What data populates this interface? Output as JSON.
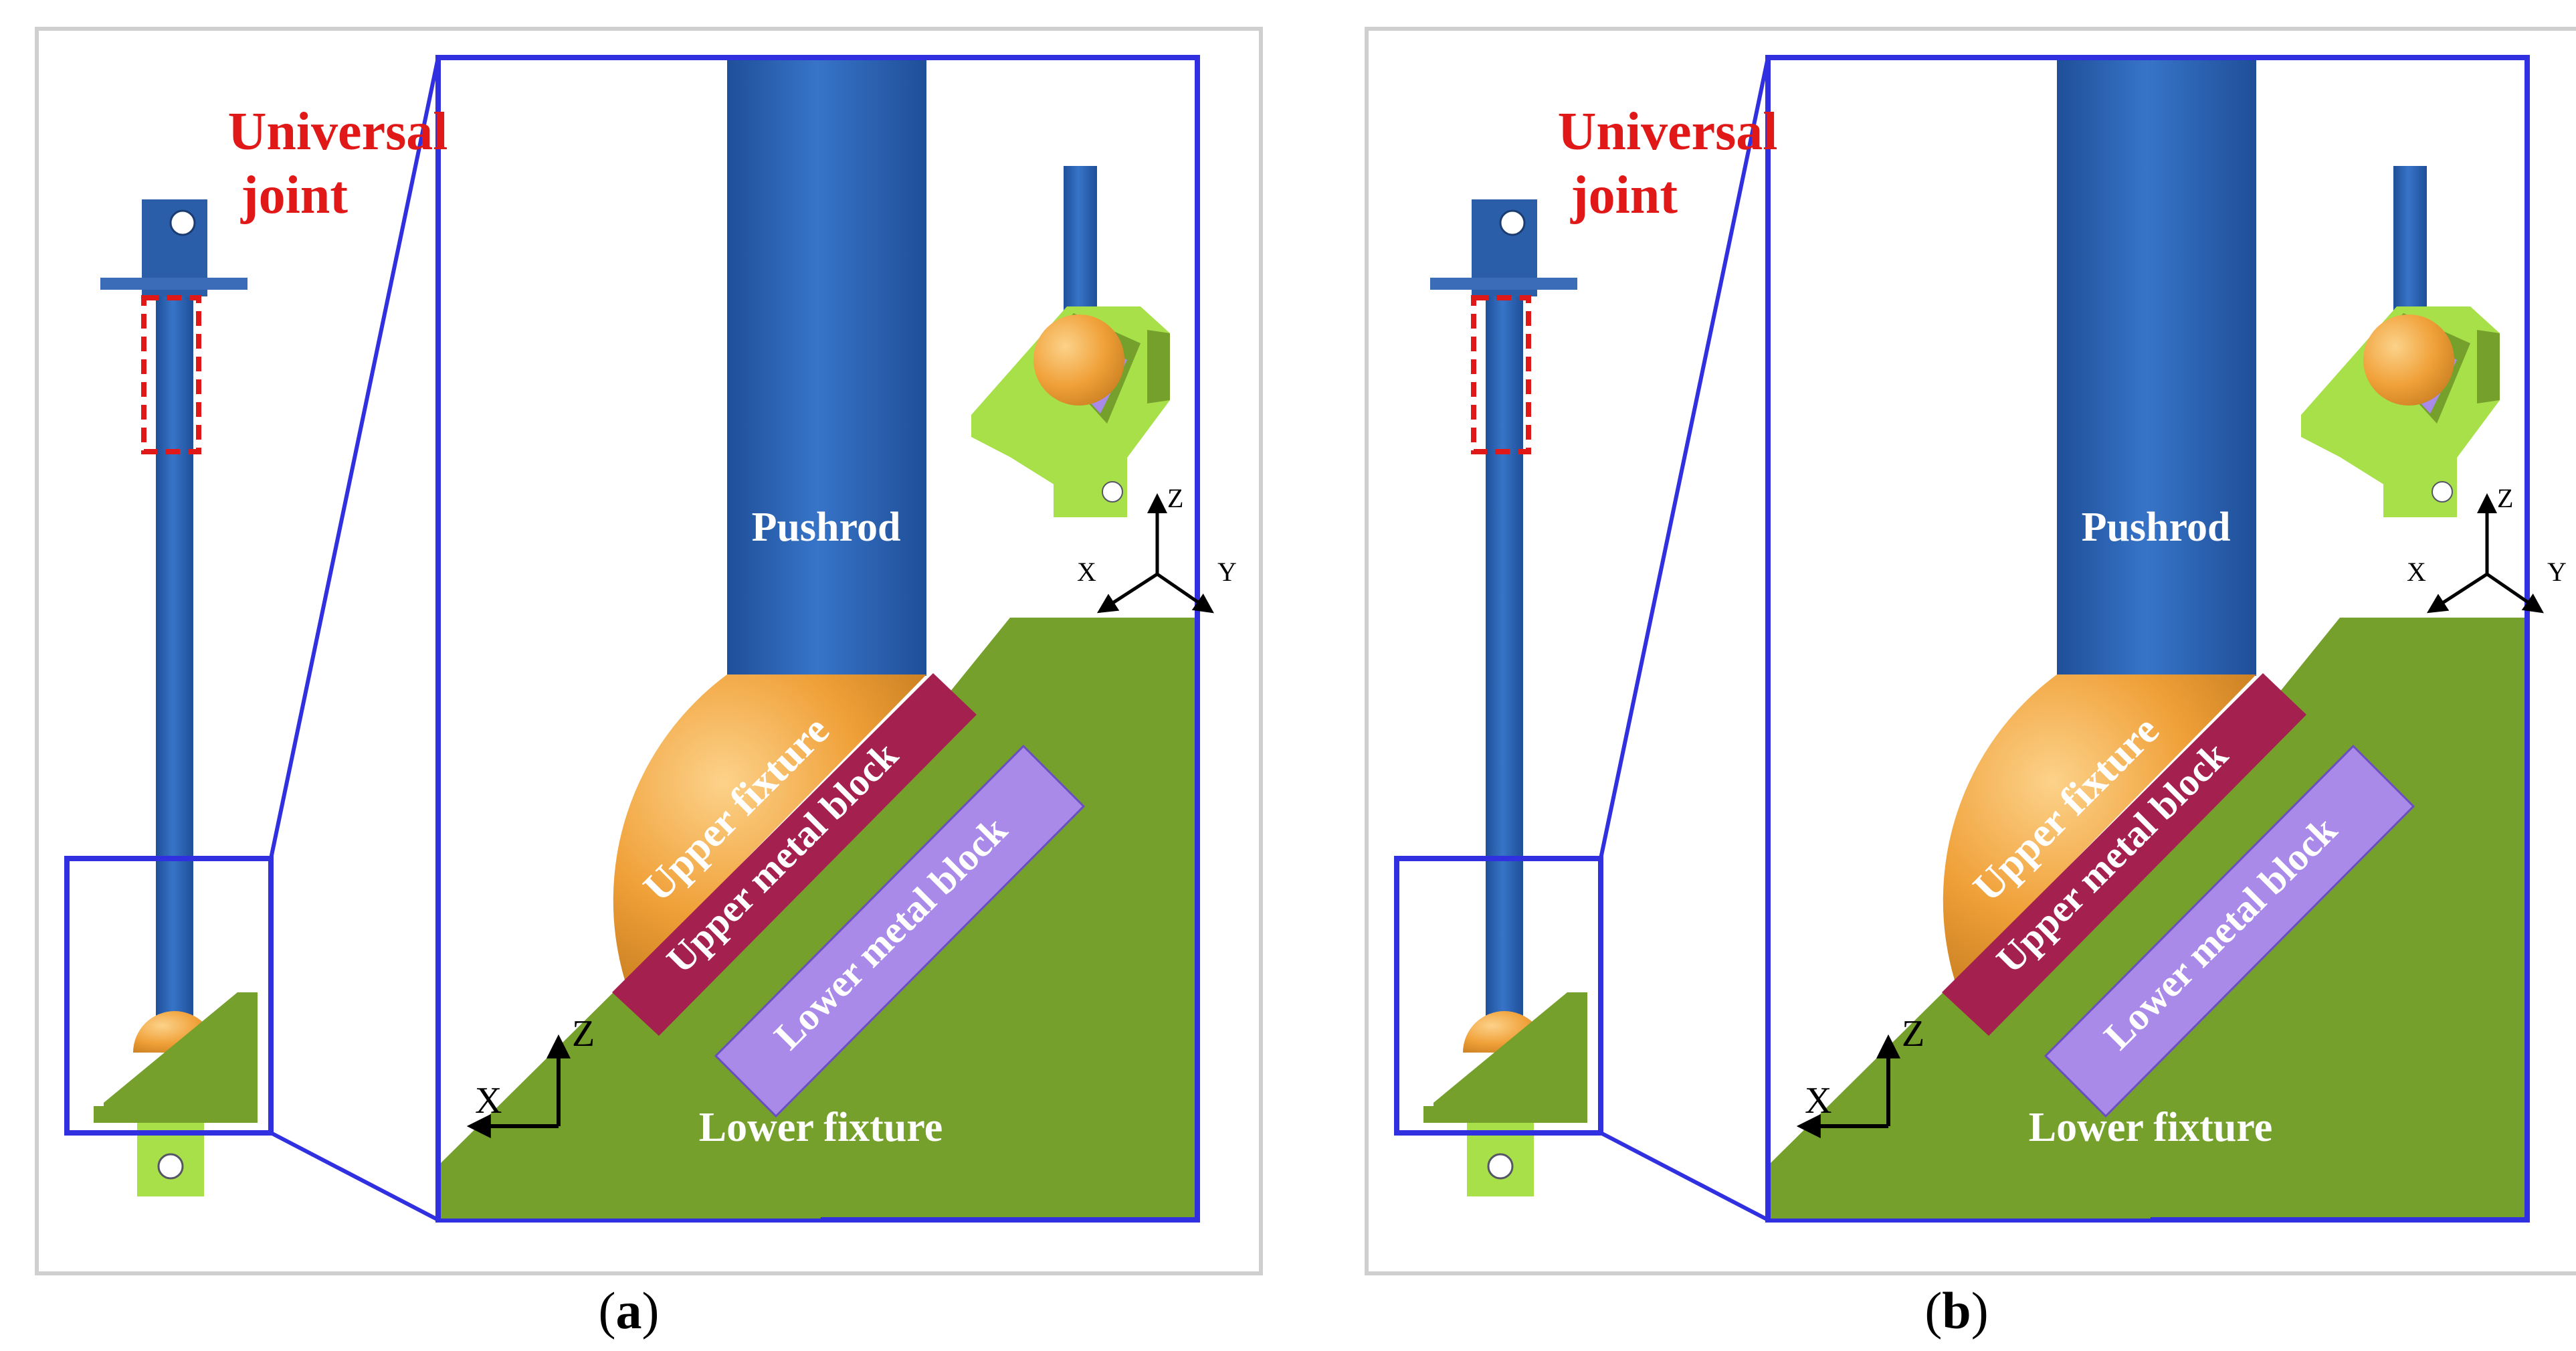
{
  "panels": [
    {
      "caption_letter": "a",
      "universal_joint_lines": [
        "Universal",
        "joint"
      ],
      "labels": {
        "pushrod": "Pushrod",
        "upper_fixture": "Upper fixture",
        "upper_metal_block": "Upper metal block",
        "lower_metal_block": "Lower metal block",
        "lower_fixture": "Lower fixture"
      },
      "axes_2d": {
        "x": "X",
        "z": "Z"
      },
      "axes_3d": {
        "x": "X",
        "y": "Y",
        "z": "Z"
      }
    },
    {
      "caption_letter": "b",
      "universal_joint_lines": [
        "Universal",
        "joint"
      ],
      "labels": {
        "pushrod": "Pushrod",
        "upper_fixture": "Upper fixture",
        "upper_metal_block": "Upper metal block",
        "lower_metal_block": "Lower metal block",
        "lower_fixture": "Lower fixture"
      },
      "axes_2d": {
        "x": "X",
        "z": "Z"
      },
      "axes_3d": {
        "x": "X",
        "y": "Y",
        "z": "Z"
      }
    }
  ],
  "colors": {
    "pushrod": "#2c64b6",
    "upper_fixture": "#f0a038",
    "upper_metal_block": "#a4204e",
    "lower_metal_block": "#a98ae8",
    "lower_fixture": "#76a02c",
    "lower_fixture_light": "#a8e04a",
    "frame": "#3030e0",
    "universal_joint_text": "#e01818",
    "label_text": "#ffffff"
  }
}
